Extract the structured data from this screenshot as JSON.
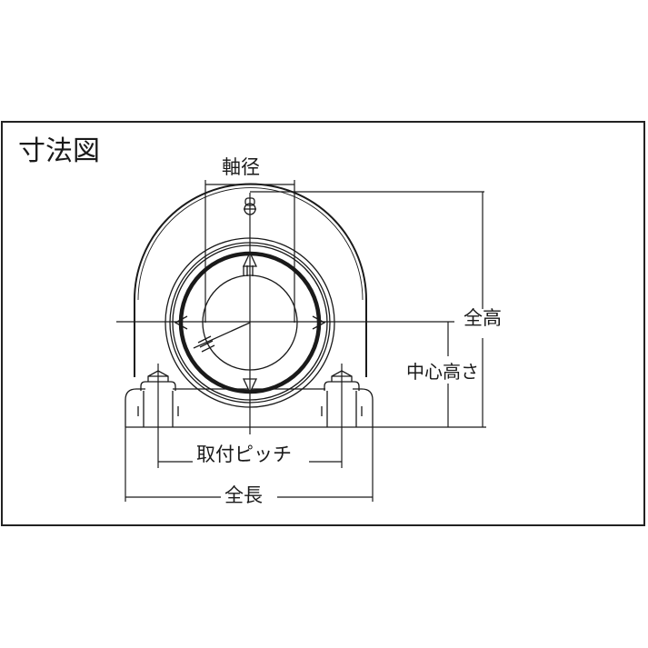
{
  "diagram": {
    "title": "寸法図",
    "subject": "pillow-block-bearing",
    "labels": {
      "shaft_diameter": "軸径",
      "overall_height": "全高",
      "center_height": "中心高さ",
      "mounting_pitch": "取付ピッチ",
      "overall_length": "全長"
    },
    "colors": {
      "line": "#1a1a1a",
      "background": "#ffffff",
      "frame": "#222222"
    }
  }
}
